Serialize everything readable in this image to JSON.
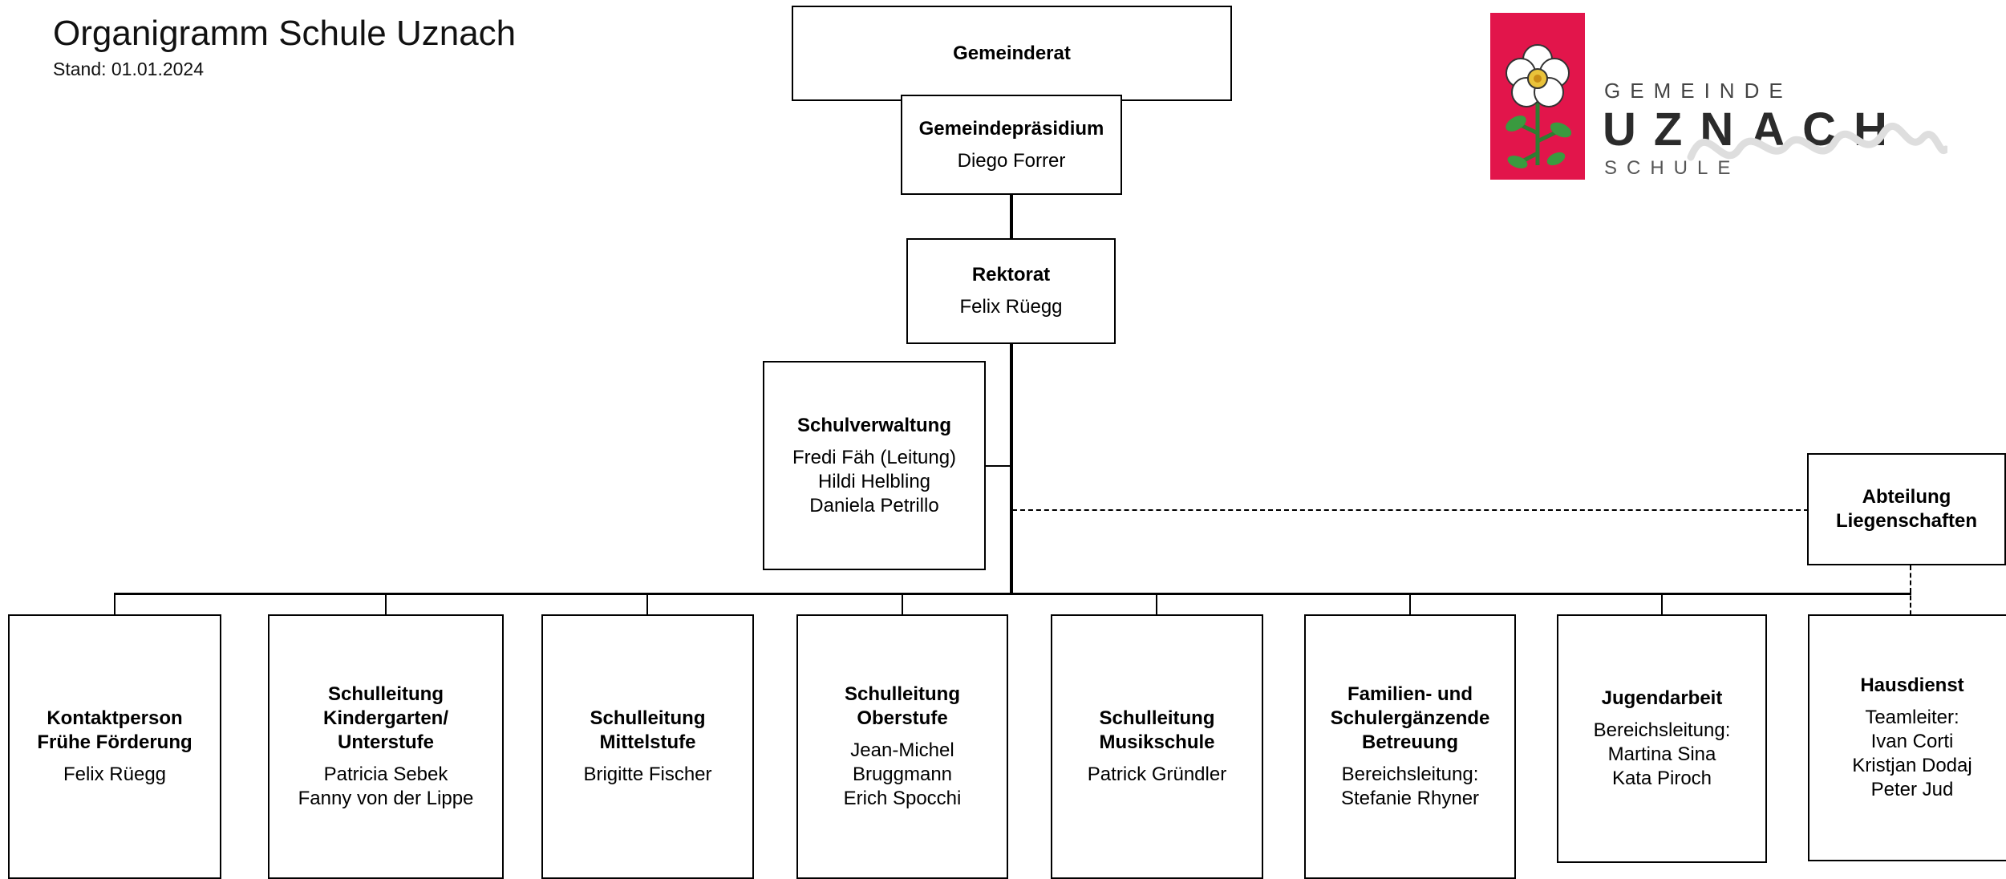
{
  "header": {
    "title": "Organigramm Schule Uznach",
    "subtitle": "Stand: 01.01.2024"
  },
  "logo": {
    "line1": "GEMEINDE",
    "line2": "UZNACH",
    "line3": "SCHULE",
    "accent_color": "#e2154b",
    "icon": "rose-icon",
    "signature": "Uznach"
  },
  "org": {
    "gemeinderat": {
      "title": "Gemeinderat"
    },
    "gemeindepraesidium": {
      "title": "Gemeindepräsidium",
      "lines": [
        "Diego Forrer"
      ]
    },
    "rektorat": {
      "title": "Rektorat",
      "lines": [
        "Felix Rüegg"
      ]
    },
    "schulverwaltung": {
      "title": "Schulverwaltung",
      "lines": [
        "Fredi Fäh (Leitung)",
        "Hildi Helbling",
        "Daniela Petrillo"
      ]
    },
    "liegenschaften": {
      "title_lines": [
        "Abteilung",
        "Liegenschaften"
      ]
    },
    "units": [
      {
        "title_lines": [
          "Kontaktperson",
          "Frühe Förderung"
        ],
        "lines": [
          "Felix Rüegg"
        ]
      },
      {
        "title_lines": [
          "Schulleitung",
          "Kindergarten/",
          "Unterstufe"
        ],
        "lines": [
          "Patricia Sebek",
          "Fanny von der Lippe"
        ]
      },
      {
        "title_lines": [
          "Schulleitung",
          "Mittelstufe"
        ],
        "lines": [
          "Brigitte Fischer"
        ]
      },
      {
        "title_lines": [
          "Schulleitung",
          "Oberstufe"
        ],
        "lines": [
          "Jean-Michel",
          "Bruggmann",
          "Erich Spocchi"
        ]
      },
      {
        "title_lines": [
          "Schulleitung",
          "Musikschule"
        ],
        "lines": [
          "Patrick Gründler"
        ]
      },
      {
        "title_lines": [
          "Familien- und",
          "Schulergänzende",
          "Betreuung"
        ],
        "lines": [
          "Bereichsleitung:",
          "Stefanie Rhyner"
        ]
      },
      {
        "title_lines": [
          "Jugendarbeit"
        ],
        "lines": [
          "Bereichsleitung:",
          "Martina Sina",
          "Kata Piroch"
        ]
      },
      {
        "title_lines": [
          "Hausdienst"
        ],
        "lines": [
          "Teamleiter:",
          "Ivan Corti",
          "Kristjan Dodaj",
          "Peter Jud"
        ]
      }
    ]
  }
}
